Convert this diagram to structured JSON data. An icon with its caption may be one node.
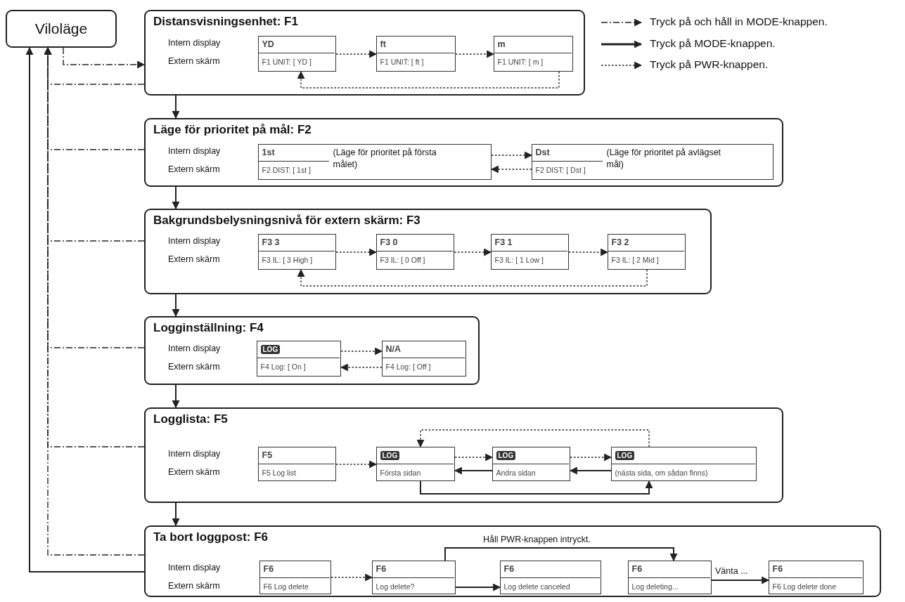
{
  "diagram": {
    "nodes": [
      {
        "text": [
          "Viloläge"
        ]
      },
      {
        "text": [
          "Distansvisningsenhet: F1",
          "Intern display",
          "Extern skärm"
        ]
      },
      {
        "text": [
          "YD",
          "F1 UNIT: [ YD ]"
        ],
        "in": 1
      },
      {
        "text": [
          "ft",
          "F1 UNIT: [ ft ]"
        ],
        "in": 1
      },
      {
        "text": [
          "m",
          "F1 UNIT: [ m ]"
        ],
        "in": 1
      },
      {
        "text": [
          "Läge för prioritet på mål: F2",
          "Intern display",
          "Extern skärm"
        ]
      },
      {
        "text": [
          "1st",
          "F2 DIST: [ 1st ]",
          "(Läge för prioritet på första målet)"
        ],
        "in": 5
      },
      {
        "text": [
          "Dst",
          "F2 DIST: [ Dst ]",
          "(Läge för prioritet på avlägset mål)"
        ],
        "in": 5
      },
      {
        "text": [
          "Bakgrundsbelysningsnivå för extern skärm: F3",
          "Intern display",
          "Extern skärm"
        ]
      },
      {
        "text": [
          "F3 3",
          "F3 IL: [ 3 High ]"
        ],
        "in": 8
      },
      {
        "text": [
          "F3 0",
          "F3 IL: [ 0 Off ]"
        ],
        "in": 8
      },
      {
        "text": [
          "F3 1",
          "F3 IL: [ 1 Low ]"
        ],
        "in": 8
      },
      {
        "text": [
          "F3 2",
          "F3 IL: [ 2 Mid ]"
        ],
        "in": 8
      },
      {
        "text": [
          "Logginställning: F4",
          "Intern display",
          "Extern skärm"
        ]
      },
      {
        "text": [
          "LOG",
          "F4 Log: [ On ]"
        ],
        "in": 13
      },
      {
        "text": [
          "N/A",
          "F4 Log: [ Off ]"
        ],
        "in": 13
      },
      {
        "text": [
          "Logglista: F5",
          "Intern display",
          "Extern skärm"
        ]
      },
      {
        "text": [
          "F5",
          "F5 Log list"
        ],
        "in": 16
      },
      {
        "text": [
          "LOG",
          "Första sidan"
        ],
        "in": 16
      },
      {
        "text": [
          "LOG",
          "Andra sidan"
        ],
        "in": 16
      },
      {
        "text": [
          "LOG",
          "(nästa sida, om sådan finns)"
        ],
        "in": 16
      },
      {
        "text": [
          "Ta bort loggpost: F6",
          "Intern display",
          "Extern skärm"
        ]
      },
      {
        "text": [
          "F6",
          "F6 Log delete"
        ],
        "in": 21
      },
      {
        "text": [
          "F6",
          "Log delete?"
        ],
        "in": 21
      },
      {
        "text": [
          "F6",
          "Log delete canceled"
        ],
        "in": 21
      },
      {
        "text": [
          "F6",
          "Log deleting..."
        ],
        "in": 21
      },
      {
        "text": [
          "F6",
          "F6 Log delete done"
        ],
        "in": 21
      }
    ],
    "edges": [
      {
        "from": 0,
        "to": 1,
        "arrow": "to",
        "style": "dashed"
      },
      {
        "from": 1,
        "to": 0,
        "arrow": "to",
        "style": "dashed"
      },
      {
        "from": 5,
        "to": 0,
        "arrow": "to",
        "style": "dashed"
      },
      {
        "from": 8,
        "to": 0,
        "arrow": "to",
        "style": "dashed"
      },
      {
        "from": 13,
        "to": 0,
        "arrow": "to",
        "style": "dashed"
      },
      {
        "from": 16,
        "to": 0,
        "arrow": "to",
        "style": "dashed"
      },
      {
        "from": 21,
        "to": 0,
        "arrow": "to",
        "style": "dashed"
      },
      {
        "from": 21,
        "to": 0,
        "arrow": "to"
      },
      {
        "from": 1,
        "to": 5,
        "arrow": "to"
      },
      {
        "from": 5,
        "to": 8,
        "arrow": "to"
      },
      {
        "from": 8,
        "to": 13,
        "arrow": "to"
      },
      {
        "from": 13,
        "to": 16,
        "arrow": "to"
      },
      {
        "from": 16,
        "to": 21,
        "arrow": "to"
      },
      {
        "from": 2,
        "to": 3,
        "arrow": "to",
        "style": "dashed"
      },
      {
        "from": 3,
        "to": 4,
        "arrow": "to",
        "style": "dashed"
      },
      {
        "from": 4,
        "to": 2,
        "arrow": "to",
        "style": "dashed"
      },
      {
        "from": 6,
        "to": 7,
        "arrow": "to",
        "style": "dashed"
      },
      {
        "from": 7,
        "to": 6,
        "arrow": "to",
        "style": "dashed"
      },
      {
        "from": 9,
        "to": 10,
        "arrow": "to",
        "style": "dashed"
      },
      {
        "from": 10,
        "to": 11,
        "arrow": "to",
        "style": "dashed"
      },
      {
        "from": 11,
        "to": 12,
        "arrow": "to",
        "style": "dashed"
      },
      {
        "from": 12,
        "to": 9,
        "arrow": "to",
        "style": "dashed"
      },
      {
        "from": 14,
        "to": 15,
        "arrow": "to",
        "style": "dashed"
      },
      {
        "from": 15,
        "to": 14,
        "arrow": "to",
        "style": "dashed"
      },
      {
        "from": 17,
        "to": 18,
        "arrow": "to",
        "style": "dashed"
      },
      {
        "from": 18,
        "to": 19,
        "arrow": "to",
        "style": "dashed"
      },
      {
        "from": 19,
        "to": 20,
        "arrow": "to",
        "style": "dashed"
      },
      {
        "from": 20,
        "to": 18,
        "arrow": "to",
        "style": "dashed"
      },
      {
        "from": 19,
        "to": 18,
        "arrow": "to"
      },
      {
        "from": 20,
        "to": 19,
        "arrow": "to"
      },
      {
        "from": 18,
        "to": 20,
        "arrow": "to"
      },
      {
        "from": 22,
        "to": 23,
        "arrow": "to",
        "style": "dashed"
      },
      {
        "from": 23,
        "to": 24,
        "arrow": "to"
      },
      {
        "from": 23,
        "to": 25,
        "arrow": "to",
        "label": "Håll PWR-knappen intryckt."
      },
      {
        "from": 25,
        "to": 26,
        "arrow": "to",
        "label": "Vänta ..."
      }
    ],
    "legend": [
      {
        "text": "Tryck på och håll in MODE-knappen."
      },
      {
        "text": "Tryck på MODE-knappen."
      },
      {
        "text": "Tryck på PWR-knappen."
      }
    ]
  }
}
